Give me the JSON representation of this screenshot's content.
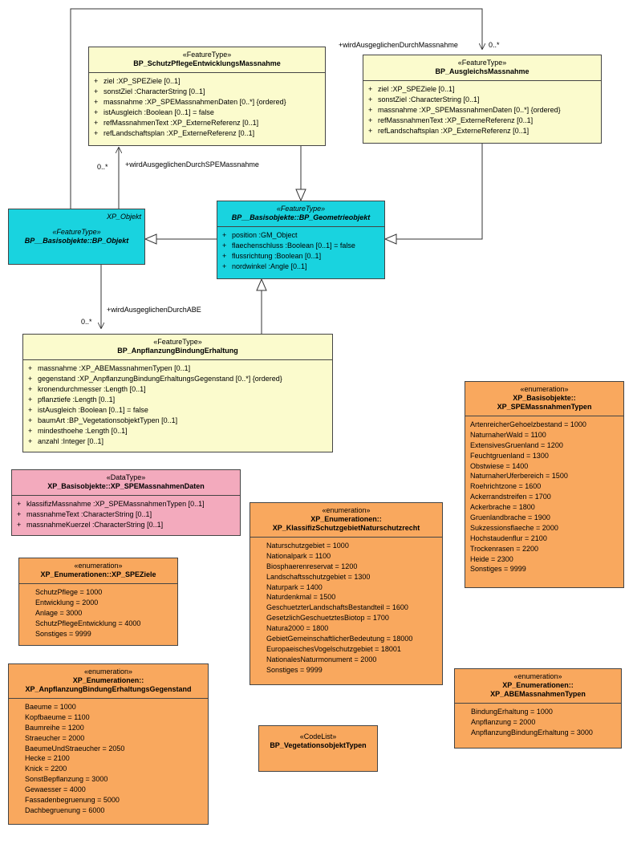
{
  "classes": {
    "schutz": {
      "stereotype": "«FeatureType»",
      "name": "BP_SchutzPflegeEntwicklungsMassnahme",
      "attributes": [
        {
          "vis": "+",
          "text": "ziel  :XP_SPEZiele [0..1]"
        },
        {
          "vis": "+",
          "text": "sonstZiel  :CharacterString [0..1]"
        },
        {
          "vis": "+",
          "text": "massnahme  :XP_SPEMassnahmenDaten [0..*] {ordered}"
        },
        {
          "vis": "+",
          "text": "istAusgleich  :Boolean [0..1] = false"
        },
        {
          "vis": "+",
          "text": "refMassnahmenText  :XP_ExterneReferenz [0..1]"
        },
        {
          "vis": "+",
          "text": "refLandschaftsplan  :XP_ExterneReferenz [0..1]"
        }
      ]
    },
    "ausgleich": {
      "stereotype": "«FeatureType»",
      "name": "BP_AusgleichsMassnahme",
      "attributes": [
        {
          "vis": "+",
          "text": "ziel  :XP_SPEZiele [0..1]"
        },
        {
          "vis": "+",
          "text": "sonstZiel  :CharacterString [0..1]"
        },
        {
          "vis": "+",
          "text": "massnahme  :XP_SPEMassnahmenDaten [0..*] {ordered}"
        },
        {
          "vis": "+",
          "text": "refMassnahmenText  :XP_ExterneReferenz [0..1]"
        },
        {
          "vis": "+",
          "text": "refLandschaftsplan  :XP_ExterneReferenz [0..1]"
        }
      ]
    },
    "objekt": {
      "corner": "XP_Objekt",
      "stereotype": "«FeatureType»",
      "name": "BP__Basisobjekte::BP_Objekt"
    },
    "geometrie": {
      "stereotype": "«FeatureType»",
      "name": "BP__Basisobjekte::BP_Geometrieobjekt",
      "attributes": [
        {
          "vis": "+",
          "text": "position  :GM_Object"
        },
        {
          "vis": "+",
          "text": "flaechenschluss  :Boolean [0..1] = false"
        },
        {
          "vis": "+",
          "text": "flussrichtung  :Boolean [0..1]"
        },
        {
          "vis": "+",
          "text": "nordwinkel  :Angle [0..1]"
        }
      ]
    },
    "anpflanzung": {
      "stereotype": "«FeatureType»",
      "name": "BP_AnpflanzungBindungErhaltung",
      "attributes": [
        {
          "vis": "+",
          "text": "massnahme  :XP_ABEMassnahmenTypen [0..1]"
        },
        {
          "vis": "+",
          "text": "gegenstand  :XP_AnpflanzungBindungErhaltungsGegenstand [0..*] {ordered}"
        },
        {
          "vis": "+",
          "text": "kronendurchmesser  :Length [0..1]"
        },
        {
          "vis": "+",
          "text": "pflanztiefe  :Length [0..1]"
        },
        {
          "vis": "+",
          "text": "istAusgleich  :Boolean [0..1] = false"
        },
        {
          "vis": "+",
          "text": "baumArt  :BP_VegetationsobjektTypen [0..1]"
        },
        {
          "vis": "+",
          "text": "mindesthoehe  :Length [0..1]"
        },
        {
          "vis": "+",
          "text": "anzahl  :Integer [0..1]"
        }
      ]
    },
    "spedaten": {
      "stereotype": "«DataType»",
      "name": "XP_Basisobjekte::XP_SPEMassnahmenDaten",
      "attributes": [
        {
          "vis": "+",
          "text": "klassifizMassnahme  :XP_SPEMassnahmenTypen [0..1]"
        },
        {
          "vis": "+",
          "text": "massnahmeText  :CharacterString [0..1]"
        },
        {
          "vis": "+",
          "text": "massnahmeKuerzel  :CharacterString [0..1]"
        }
      ]
    },
    "spemassnahmentypen": {
      "stereotype": "«enumeration»",
      "name1": "XP_Basisobjekte::",
      "name2": "XP_SPEMassnahmenTypen",
      "literals": [
        "ArtenreicherGehoelzbestand = 1000",
        "NaturnaherWald = 1100",
        "ExtensivesGruenland = 1200",
        "Feuchtgruenland = 1300",
        "Obstwiese = 1400",
        "NaturnaherUferbereich = 1500",
        "Roehrichtzone = 1600",
        "Ackerrandstreifen = 1700",
        "Ackerbrache = 1800",
        "Gruenlandbrache = 1900",
        "Sukzessionsflaeche = 2000",
        "Hochstaudenflur = 2100",
        "Trockenrasen = 2200",
        "Heide = 2300",
        "Sonstiges = 9999"
      ]
    },
    "klassifiz": {
      "stereotype": "«enumeration»",
      "name1": "XP_Enumerationen::",
      "name2": "XP_KlassifizSchutzgebietNaturschutzrecht",
      "literals": [
        "Naturschutzgebiet = 1000",
        "Nationalpark = 1100",
        "Biosphaerenreservat = 1200",
        "Landschaftsschutzgebiet = 1300",
        "Naturpark = 1400",
        "Naturdenkmal = 1500",
        "GeschuetzterLandschaftsBestandteil = 1600",
        "GesetzlichGeschuetztesBiotop = 1700",
        "Natura2000 = 1800",
        "GebietGemeinschaftlicherBedeutung = 18000",
        "EuropaeischesVogelschutzgebiet = 18001",
        "NationalesNaturmonument = 2000",
        "Sonstiges = 9999"
      ]
    },
    "spezz": {
      "stereotype": "«enumeration»",
      "name": "XP_Enumerationen::XP_SPEZiele",
      "literals": [
        "SchutzPflege = 1000",
        "Entwicklung = 2000",
        "Anlage = 3000",
        "SchutzPflegeEntwicklung = 4000",
        "Sonstiges = 9999"
      ]
    },
    "gegenstand": {
      "stereotype": "«enumeration»",
      "name1": "XP_Enumerationen::",
      "name2": "XP_AnpflanzungBindungErhaltungsGegenstand",
      "literals": [
        "Baeume = 1000",
        "Kopfbaeume = 1100",
        "Baumreihe = 1200",
        "Straeucher = 2000",
        "BaeumeUndStraeucher = 2050",
        "Hecke = 2100",
        "Knick = 2200",
        "SonstBepflanzung = 3000",
        "Gewaesser = 4000",
        "Fassadenbegruenung = 5000",
        "Dachbegruenung = 6000"
      ]
    },
    "codelist": {
      "stereotype": "«CodeList»",
      "name": "BP_VegetationsobjektTypen"
    },
    "abe": {
      "stereotype": "«enumeration»",
      "name1": "XP_Enumerationen::",
      "name2": "XP_ABEMassnahmenTypen",
      "literals": [
        "BindungErhaltung = 1000",
        "Anpflanzung = 2000",
        "AnpflanzungBindungErhaltung = 3000"
      ]
    }
  },
  "associations": {
    "top_role": "+wirdAusgeglichenDurchMassnahme",
    "top_mult": "0..*",
    "spe_role": "+wirdAusgeglichenDurchSPEMassnahme",
    "spe_mult": "0..*",
    "abe_role": "+wirdAusgeglichenDurchABE",
    "abe_mult": "0..*"
  }
}
